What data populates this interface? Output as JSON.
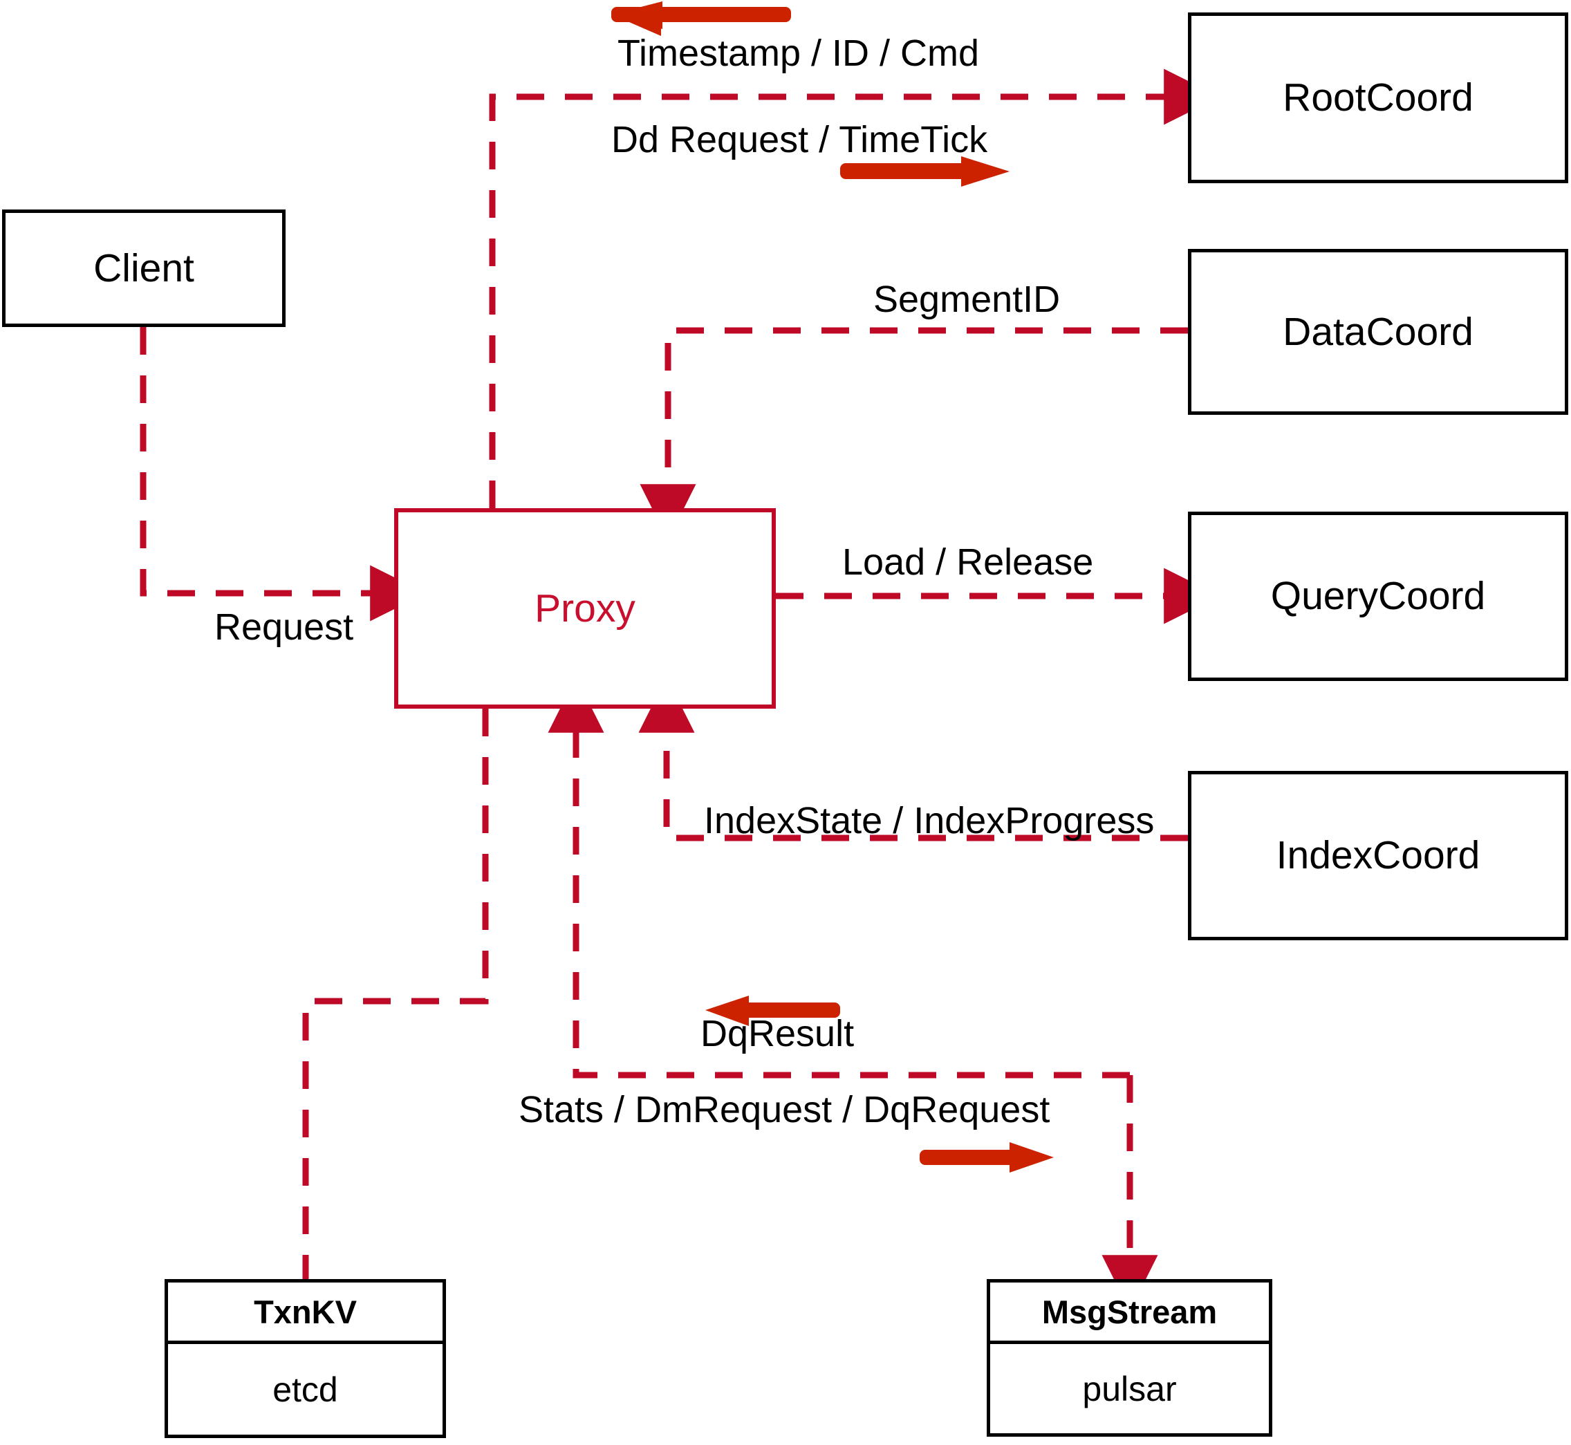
{
  "diagram": {
    "title": "Milvus Proxy interaction diagram",
    "colors": {
      "dashed_line": "#be0a26",
      "arrow_indicator": "#cc2200",
      "proxy_border": "#be0a26",
      "proxy_text": "#c8102e",
      "node_border": "#000000",
      "background": "#ffffff"
    },
    "nodes": [
      {
        "id": "client",
        "label": "Client",
        "style": "plain"
      },
      {
        "id": "proxy",
        "label": "Proxy",
        "style": "highlighted"
      },
      {
        "id": "rootcoord",
        "label": "RootCoord",
        "style": "plain"
      },
      {
        "id": "datacoord",
        "label": "DataCoord",
        "style": "plain"
      },
      {
        "id": "querycoord",
        "label": "QueryCoord",
        "style": "plain"
      },
      {
        "id": "indexcoord",
        "label": "IndexCoord",
        "style": "plain"
      },
      {
        "id": "txnkv",
        "label": "TxnKV",
        "sublabel": "etcd",
        "style": "stacked"
      },
      {
        "id": "msgstream",
        "label": "MsgStream",
        "sublabel": "pulsar",
        "style": "stacked"
      }
    ],
    "edge_labels": [
      {
        "id": "timestamp-id-cmd",
        "text": "Timestamp / ID / Cmd",
        "direction": "left"
      },
      {
        "id": "dd-request-timetick",
        "text": "Dd Request / TimeTick",
        "direction": "right"
      },
      {
        "id": "segmentid",
        "text": "SegmentID",
        "direction": "left"
      },
      {
        "id": "load-release",
        "text": "Load / Release",
        "direction": "right"
      },
      {
        "id": "indexstate",
        "text": "IndexState / IndexProgress",
        "direction": "left"
      },
      {
        "id": "request",
        "text": "Request",
        "direction": "right"
      },
      {
        "id": "dqresult",
        "text": "DqResult",
        "direction": "left"
      },
      {
        "id": "stats-dm-dq",
        "text": "Stats / DmRequest / DqRequest",
        "direction": "right"
      }
    ]
  }
}
